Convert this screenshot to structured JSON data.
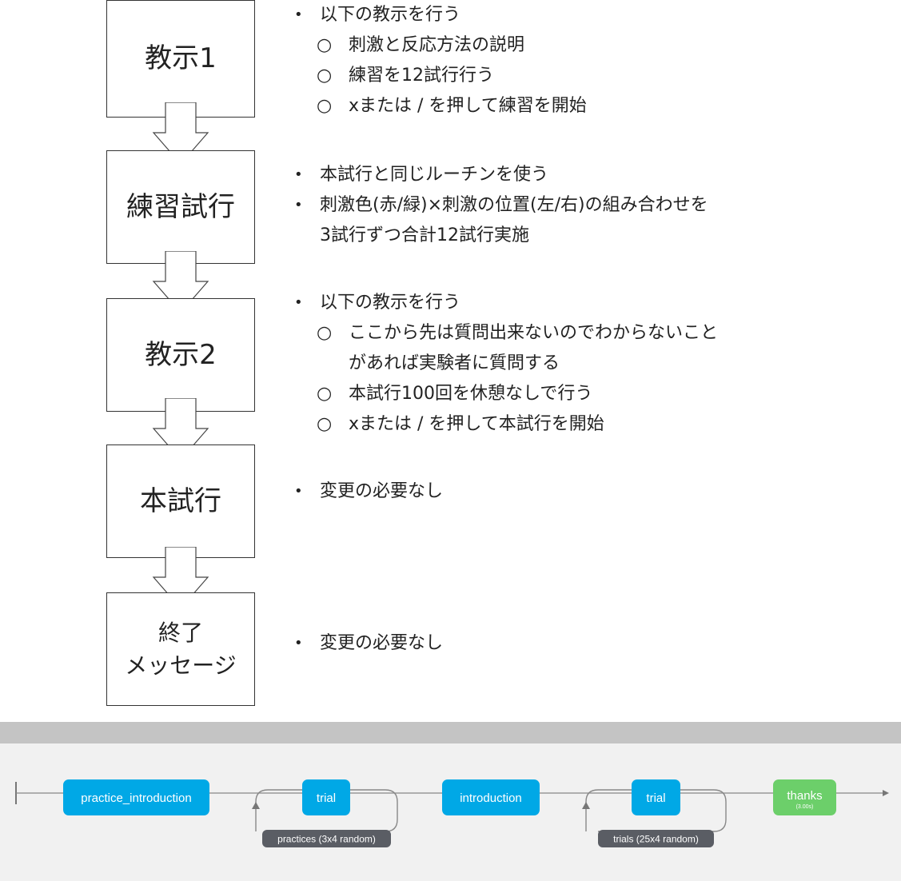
{
  "flowchart": {
    "steps": [
      {
        "label": "教示1",
        "description": {
          "bullets": [
            {
              "text": "以下の教示を行う",
              "subs": [
                "刺激と反応方法の説明",
                "練習を12試行行う",
                "xまたは / を押して練習を開始"
              ]
            }
          ]
        }
      },
      {
        "label": "練習試行",
        "description": {
          "bullets": [
            {
              "text": "本試行と同じルーチンを使う"
            },
            {
              "text": "刺激色(赤/緑)×刺激の位置(左/右)の組み合わせを",
              "cont": "3試行ずつ合計12試行実施"
            }
          ]
        }
      },
      {
        "label": "教示2",
        "description": {
          "bullets": [
            {
              "text": "以下の教示を行う",
              "subs": [
                "ここから先は質問出来ないのでわからないこと",
                "本試行100回を休憩なしで行う",
                "xまたは / を押して本試行を開始"
              ],
              "sub_cont": "があれば実験者に質問する"
            }
          ]
        }
      },
      {
        "label": "本試行",
        "description": {
          "bullets": [
            {
              "text": "変更の必要なし"
            }
          ]
        }
      },
      {
        "label_line1": "終了",
        "label_line2": "メッセージ",
        "description": {
          "bullets": [
            {
              "text": "変更の必要なし"
            }
          ]
        }
      }
    ]
  },
  "experiment_flow": {
    "routines": [
      {
        "name": "practice_introduction",
        "color": "#00a8e6"
      },
      {
        "name": "trial",
        "color": "#00a8e6"
      },
      {
        "name": "introduction",
        "color": "#00a8e6"
      },
      {
        "name": "trial",
        "color": "#00a8e6"
      },
      {
        "name": "thanks",
        "sub": "(3.00s)",
        "color": "#6ccf6a"
      }
    ],
    "loops": [
      {
        "label": "practices (3x4 random)"
      },
      {
        "label": "trials  (25x4 random)"
      }
    ],
    "loop_color": "#5a5d64",
    "line_color": "#888888"
  }
}
